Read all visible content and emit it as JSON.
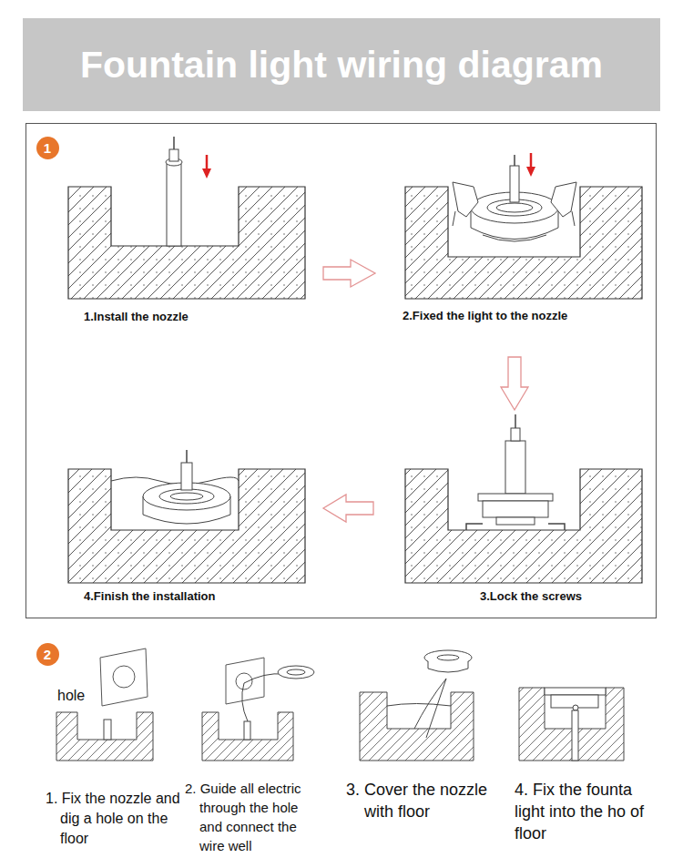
{
  "diagram": {
    "title": "Fountain light wiring diagram",
    "nodes": [
      {
        "text": [
          "1"
        ]
      },
      {
        "text": [
          "2"
        ]
      }
    ],
    "labels": [
      "1.Install the nozzle",
      "2.Fixed the light to the nozzle",
      "4.Finish the installation",
      "3.Lock the screws",
      "hole",
      "1. Fix the nozzle and dig a hole on the floor",
      "2. Guide all electric through the hole and connect the wire well",
      "3. Cover the nozzle with floor",
      "4. Fix the founta light into the ho of floor"
    ]
  }
}
